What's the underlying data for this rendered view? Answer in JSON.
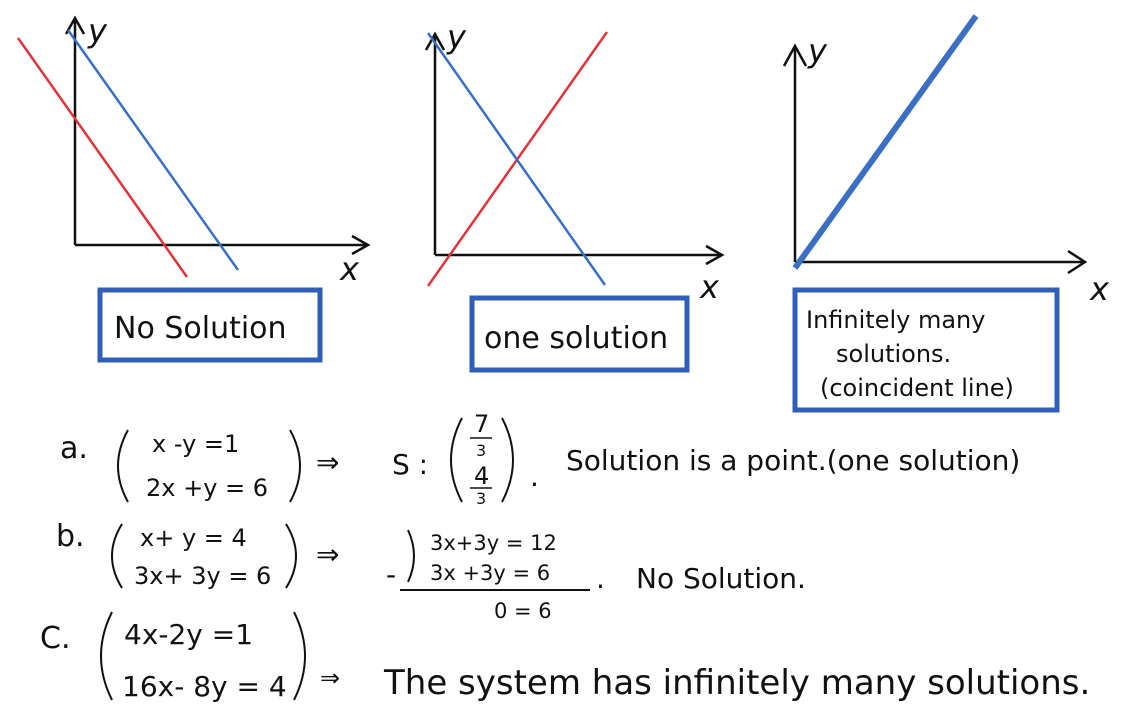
{
  "colors": {
    "red_line": "#e0333a",
    "blue_line": "#3a6fc4",
    "box_border": "#2f5fb8",
    "ink": "#111111"
  },
  "graphs": [
    {
      "axis_x": "x",
      "axis_y": "y",
      "caption": "No Solution"
    },
    {
      "axis_x": "x",
      "axis_y": "y",
      "caption": "one solution"
    },
    {
      "axis_x": "x",
      "axis_y": "y",
      "caption_lines": [
        "Infinitely many",
        "solutions.",
        "(coincident line)"
      ]
    }
  ],
  "problems": {
    "a": {
      "label": "a.",
      "eq1": "x -y =1",
      "eq2": "2x +y = 6",
      "arrow": "⇒",
      "s_label": "S :",
      "frac_top_num": "7",
      "frac_top_den": "3",
      "frac_bot_num": "4",
      "frac_bot_den": "3",
      "dot": ".",
      "result": "Solution is a point.(one solution)"
    },
    "b": {
      "label": "b.",
      "eq1": "x+ y = 4",
      "eq2": "3x+ 3y = 6",
      "arrow": "⇒",
      "minus": "-",
      "sub_eq1": "3x+3y = 12",
      "sub_eq2": "3x +3y = 6",
      "sub_result": "0 = 6",
      "dot": ".",
      "result": "No Solution."
    },
    "c": {
      "label": "C.",
      "eq1": "4x-2y =1",
      "eq2": "16x- 8y = 4",
      "arrow": "⇒",
      "result": "The system has infinitely many solutions."
    }
  }
}
